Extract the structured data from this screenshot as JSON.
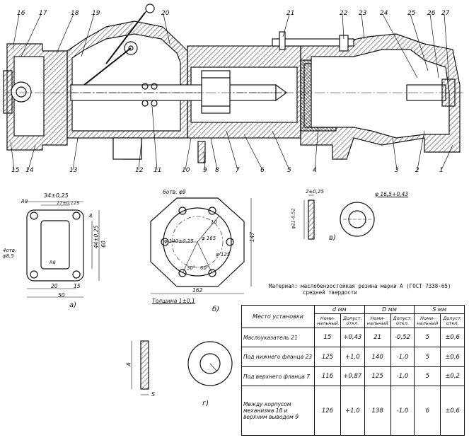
{
  "callouts": [
    "1",
    "2",
    "3",
    "4",
    "5",
    "6",
    "7",
    "8",
    "9",
    "10",
    "11",
    "12",
    "13",
    "14",
    "15",
    "16",
    "17",
    "18",
    "19",
    "20",
    "21",
    "22",
    "23",
    "24",
    "25",
    "26",
    "27"
  ],
  "fig_a": {
    "dim_top": "34±0,25",
    "dim_top2": "17±0,125",
    "dim_r8": "R8",
    "dim_holes": "4отв. φ8,5",
    "dim_r8b": "R8",
    "dim_side": "44±0,25",
    "dim_side2": "8",
    "dim_side3": "60",
    "dim_b1": "20",
    "dim_b2": "15",
    "dim_b3": "50",
    "label": "а)"
  },
  "fig_b": {
    "dim_holes": "6отв. φ9",
    "dim_10": "10",
    "dim_d1": "φ 140±0,25",
    "dim_d2": "φ 165",
    "dim_d3": "φ 125",
    "dim_60": "60°",
    "dim_30": "30°",
    "dim_147": "147",
    "dim_162": "162",
    "dim_thick": "Толщина 1±0,1",
    "label": "б)"
  },
  "fig_v": {
    "dim_t": "2±0,25",
    "dim_d": "φ 16,5+0,43",
    "dim_side": "φ21-0,52",
    "label": "в)"
  },
  "fig_g": {
    "dim_a": "А",
    "dim_s": "S",
    "label": "г)"
  },
  "material_note_line1": "Материал: маслобензостойкая резина марки А  (ГОСТ 7338-65)",
  "material_note_line2": "средней твердости",
  "table": {
    "headers": {
      "place": "Место установки",
      "d": "d мм",
      "D": "D мм",
      "S": "S мм"
    },
    "subheaders": {
      "nom": "Номи-нальный",
      "tol": "Допуст. откл."
    },
    "rows": [
      {
        "place": "Маслоуказатель 21",
        "d_nom": "15",
        "d_tol": "+0,43",
        "D_nom": "21",
        "D_tol": "-0,52",
        "S_nom": "5",
        "S_tol": "±0,6"
      },
      {
        "place": "Под нижнего фланца 23",
        "d_nom": "125",
        "d_tol": "+1,0",
        "D_nom": "140",
        "D_tol": "-1,0",
        "S_nom": "5",
        "S_tol": "±0,6"
      },
      {
        "place": "Под верхнего фланца 7",
        "d_nom": "116",
        "d_tol": "+0,87",
        "D_nom": "125",
        "D_tol": "-1,0",
        "S_nom": "5",
        "S_tol": "±0,2"
      },
      {
        "place": "Между корпусом механизма 18 и верхним выводом 9",
        "d_nom": "126",
        "d_tol": "+1,0",
        "D_nom": "138",
        "D_tol": "-1,0",
        "S_nom": "6",
        "S_tol": "±0,6"
      }
    ]
  }
}
